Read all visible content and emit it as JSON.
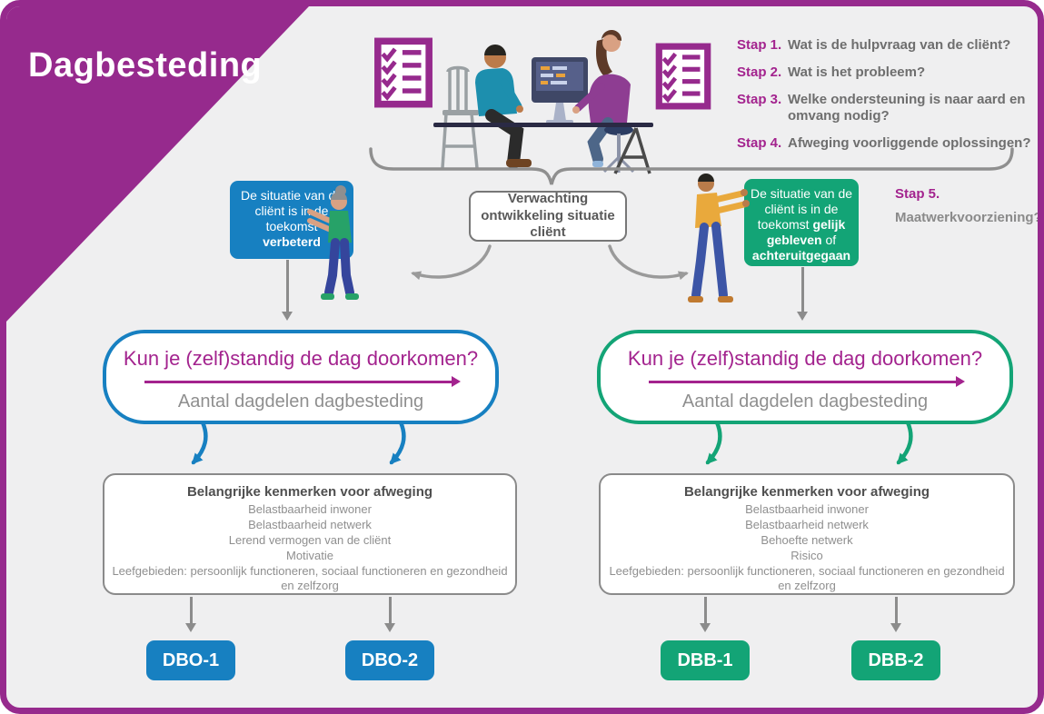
{
  "title": "Dagbesteding",
  "colors": {
    "purple": "#962a8d",
    "accent_purple_text": "#a3238e",
    "blue": "#1780c1",
    "green": "#13a476",
    "background": "#efeff0",
    "gray_text": "#8f8f8f"
  },
  "icons": {
    "checklist_left": "checklist-icon",
    "checklist_right": "checklist-icon",
    "consultation": "people-at-desk-illustration",
    "presenter_left": "standing-woman-illustration",
    "presenter_right": "standing-man-illustration"
  },
  "steps": {
    "items": [
      {
        "label": "Stap 1.",
        "text": "Wat is de hulpvraag van de cliënt?"
      },
      {
        "label": "Stap 2.",
        "text": "Wat is het probleem?"
      },
      {
        "label": "Stap 3.",
        "text": "Welke ondersteuning is naar aard en omvang nodig?"
      },
      {
        "label": "Stap 4.",
        "text": "Afweging voorliggende oplossingen?"
      }
    ],
    "step5_label": "Stap 5.",
    "step5_text": "Maatwerkvoorziening?"
  },
  "expectation_box": {
    "text": "Verwachting ontwikkeling situatie cliënt"
  },
  "callout_improved": {
    "text": "De situatie van de cliënt is in de toekomst",
    "bold": "verbeterd"
  },
  "callout_same": {
    "text": "De situatie van de cliënt is in de toekomst",
    "bold1": "gelijk gebleven",
    "mid": "of",
    "bold2": "achteruitgegaan"
  },
  "question": {
    "title": "Kun je (zelf)standig de dag doorkomen?",
    "subtitle": "Aantal dagdelen dagbesteding"
  },
  "kenmerken_left": {
    "title": "Belangrijke kenmerken voor afweging",
    "items": [
      "Belastbaarheid inwoner",
      "Belastbaarheid netwerk",
      "Lerend vermogen van de cliënt",
      "Motivatie",
      "Leefgebieden: persoonlijk functioneren, sociaal functioneren en gezondheid en zelfzorg"
    ]
  },
  "kenmerken_right": {
    "title": "Belangrijke kenmerken voor afweging",
    "items": [
      "Belastbaarheid inwoner",
      "Belastbaarheid netwerk",
      "Behoefte netwerk",
      "Risico",
      "Leefgebieden: persoonlijk functioneren, sociaal functioneren en gezondheid en zelfzorg"
    ]
  },
  "outcomes": {
    "dbo1": "DBO-1",
    "dbo2": "DBO-2",
    "dbb1": "DBB-1",
    "dbb2": "DBB-2"
  }
}
